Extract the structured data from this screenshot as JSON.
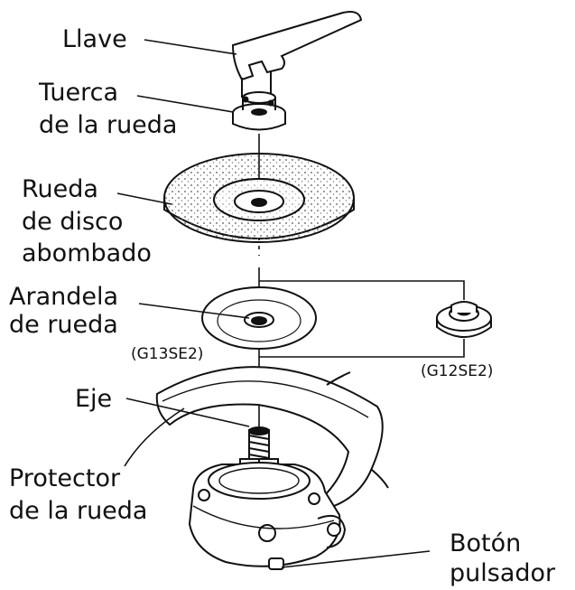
{
  "labels": {
    "llave": "Llave",
    "tuerca_1": "Tuerca",
    "tuerca_2": "de la rueda",
    "rueda_1": "Rueda",
    "rueda_2": "de disco",
    "rueda_3": "abombado",
    "arandela_1": "Arandela",
    "arandela_2": "de rueda",
    "model_a": "(G13SE2)",
    "model_b": "(G12SE2)",
    "eje": "Eje",
    "protector_1": "Protector",
    "protector_2": "de la rueda",
    "boton_1": "Botón",
    "boton_2": "pulsador"
  },
  "colors": {
    "ink": "#111111",
    "paper": "#ffffff",
    "stipple": "#8a8a8a"
  }
}
